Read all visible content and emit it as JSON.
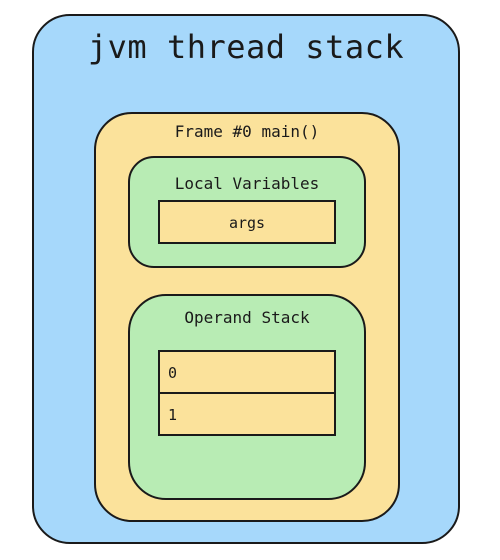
{
  "thread": {
    "title": "jvm thread stack"
  },
  "frame": {
    "title": "Frame #0 main()",
    "local_variables": {
      "title": "Local Variables",
      "slots": [
        "args"
      ]
    },
    "operand_stack": {
      "title": "Operand Stack",
      "cells": [
        "0",
        "1"
      ]
    }
  },
  "colors": {
    "thread_bg": "#a6d8fb",
    "frame_bg": "#fbe29b",
    "section_bg": "#b8ecb4",
    "stroke": "#1a1a1a"
  }
}
